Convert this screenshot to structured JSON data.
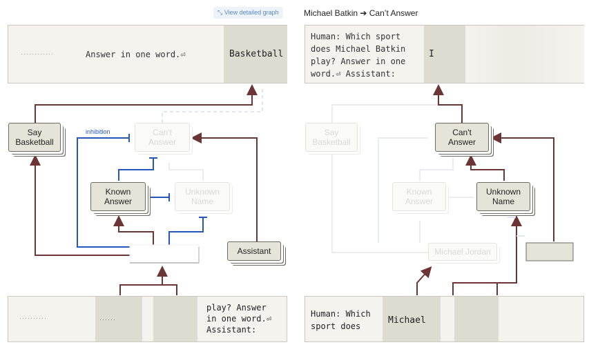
{
  "left": {
    "link_icon": "expand-arrows-icon",
    "link_text": "View detailed graph",
    "output_prefix_blur": "············",
    "output_text": "Answer in one word.⏎",
    "output_token": "Basketball",
    "input_blur_1": "··········",
    "input_blur_2": "······",
    "input_text_lines": [
      "play? Answer",
      "in one word.⏎",
      "Assistant:"
    ],
    "nodes": {
      "say_basketball": "Say Basketball",
      "cant_answer": "Can't Answer",
      "known_answer": "Known Answer",
      "unknown_name": "Unknown Name",
      "assistant": "Assistant"
    },
    "inhibition_label": "inhibition"
  },
  "right": {
    "title": "Michael Batkin ➔ Can’t Answer",
    "output_text_lines": [
      "Human: Which sport",
      "does Michael Batkin",
      "play? Answer in one",
      "word.⏎ Assistant:"
    ],
    "output_token": "I",
    "input_text_lines": [
      "Human: Which",
      "sport does"
    ],
    "input_token": "Michael",
    "nodes": {
      "say_basketball": "Say Basketball",
      "cant_answer": "Can't Answer",
      "known_answer": "Known Answer",
      "unknown_name": "Unknown Name",
      "michael_jordan": "Michael Jordan"
    }
  },
  "colors": {
    "excite": "#6b3535",
    "inhibit": "#2457b8",
    "faded_excite": "#e5e5e5",
    "faded_inhibit": "#dfe6f3",
    "node_fill": "#e6e3d8",
    "token_highlight": "#dedbd0"
  }
}
